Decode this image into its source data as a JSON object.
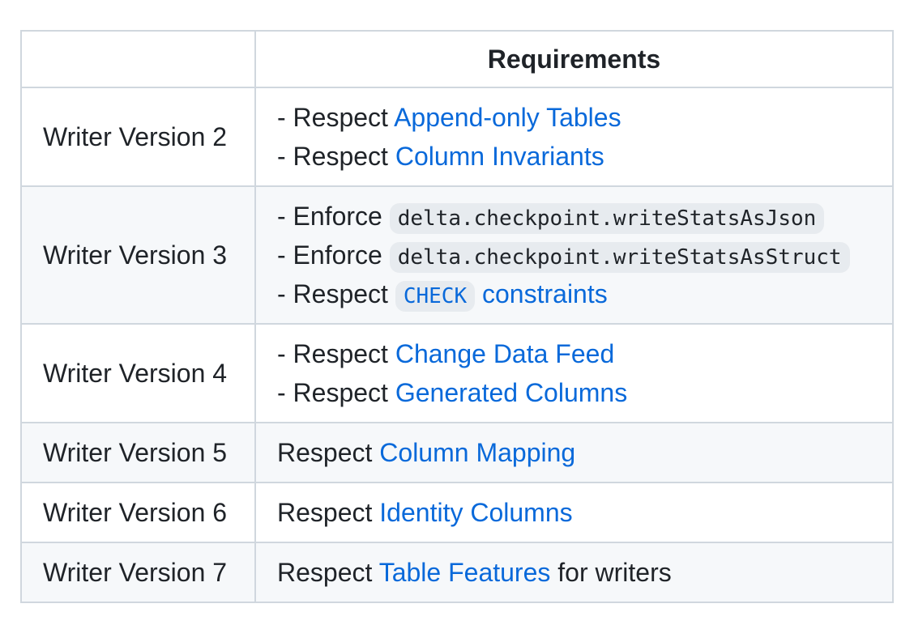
{
  "colors": {
    "page_bg": "#ffffff",
    "text": "#1f2328",
    "link": "#0969da",
    "border": "#d0d7de",
    "row_stripe": "#f6f8fa",
    "code_bg": "rgba(175,184,193,0.2)"
  },
  "table": {
    "header": {
      "version_label": "",
      "requirements_label": "Requirements"
    },
    "rows": [
      {
        "version": "Writer Version 2",
        "lines": [
          [
            {
              "type": "text",
              "text": "- Respect "
            },
            {
              "type": "link",
              "text": "Append-only Tables"
            }
          ],
          [
            {
              "type": "text",
              "text": "- Respect "
            },
            {
              "type": "link",
              "text": "Column Invariants"
            }
          ]
        ]
      },
      {
        "version": "Writer Version 3",
        "lines": [
          [
            {
              "type": "text",
              "text": "- Enforce "
            },
            {
              "type": "code",
              "text": "delta.checkpoint.writeStatsAsJson"
            }
          ],
          [
            {
              "type": "text",
              "text": "- Enforce "
            },
            {
              "type": "code",
              "text": "delta.checkpoint.writeStatsAsStruct"
            }
          ],
          [
            {
              "type": "text",
              "text": "- Respect "
            },
            {
              "type": "code_link",
              "text": "CHECK"
            },
            {
              "type": "link",
              "text": " constraints"
            }
          ]
        ]
      },
      {
        "version": "Writer Version 4",
        "lines": [
          [
            {
              "type": "text",
              "text": "- Respect "
            },
            {
              "type": "link",
              "text": "Change Data Feed"
            }
          ],
          [
            {
              "type": "text",
              "text": "- Respect "
            },
            {
              "type": "link",
              "text": "Generated Columns"
            }
          ]
        ]
      },
      {
        "version": "Writer Version 5",
        "lines": [
          [
            {
              "type": "text",
              "text": "Respect "
            },
            {
              "type": "link",
              "text": "Column Mapping"
            }
          ]
        ]
      },
      {
        "version": "Writer Version 6",
        "lines": [
          [
            {
              "type": "text",
              "text": "Respect "
            },
            {
              "type": "link",
              "text": "Identity Columns"
            }
          ]
        ]
      },
      {
        "version": "Writer Version 7",
        "lines": [
          [
            {
              "type": "text",
              "text": "Respect "
            },
            {
              "type": "link",
              "text": "Table Features"
            },
            {
              "type": "text",
              "text": " for writers"
            }
          ]
        ]
      }
    ]
  }
}
